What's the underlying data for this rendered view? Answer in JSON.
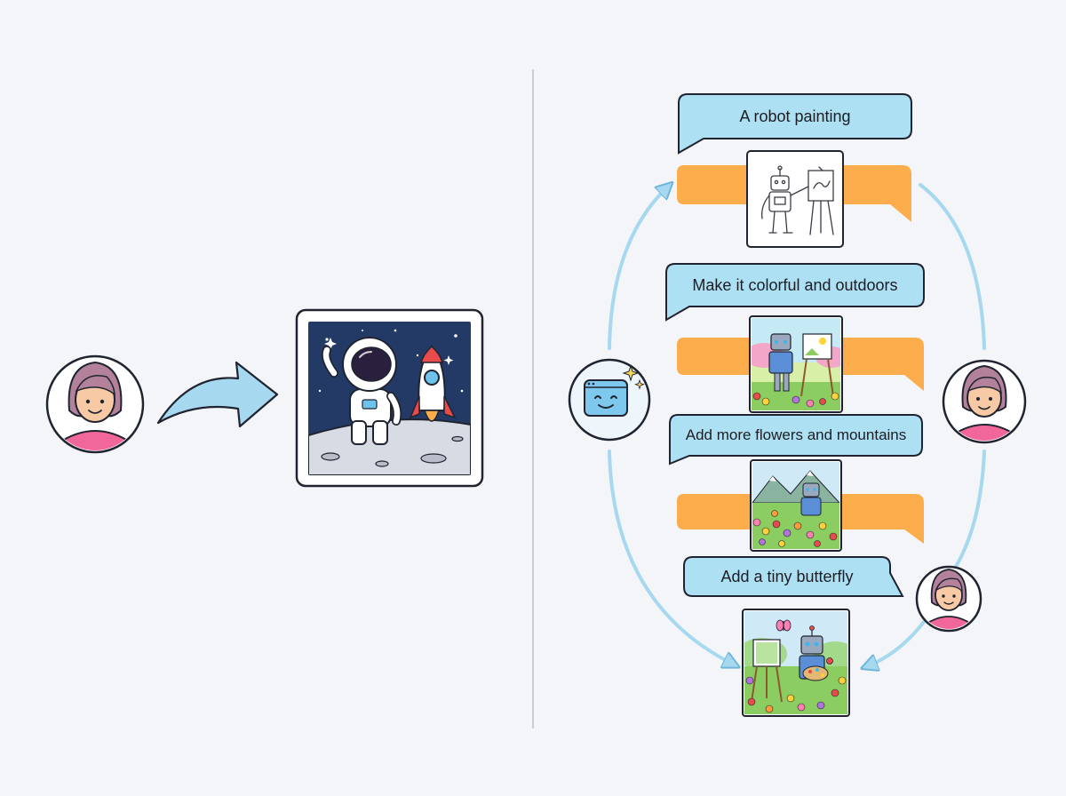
{
  "colors": {
    "background": "#f3f5f9",
    "prompt_bubble": "#aee0f4",
    "prompt_border": "#1f2430",
    "response_bubble": "#fbad4c",
    "arrow": "#a6d8ef",
    "arrow_stroke": "#6fb6d9",
    "divider": "#c9cdd6"
  },
  "icons": {
    "user": "user-avatar-icon",
    "assistant": "assistant-bot-icon",
    "arrow": "curved-arrow-icon"
  },
  "single_turn": {
    "image": "astronaut-on-moon-with-rocket"
  },
  "multi_turn": {
    "turns": [
      {
        "prompt": "A robot painting",
        "image": "robot-painting-sketch"
      },
      {
        "prompt": "Make it colorful and outdoors",
        "image": "colorful-robot-painting-in-garden"
      },
      {
        "prompt": "Add more flowers and mountains",
        "image": "robot-in-flower-field-with-mountains"
      },
      {
        "prompt": "Add a tiny butterfly",
        "image": "robot-painting-with-butterfly"
      }
    ]
  }
}
